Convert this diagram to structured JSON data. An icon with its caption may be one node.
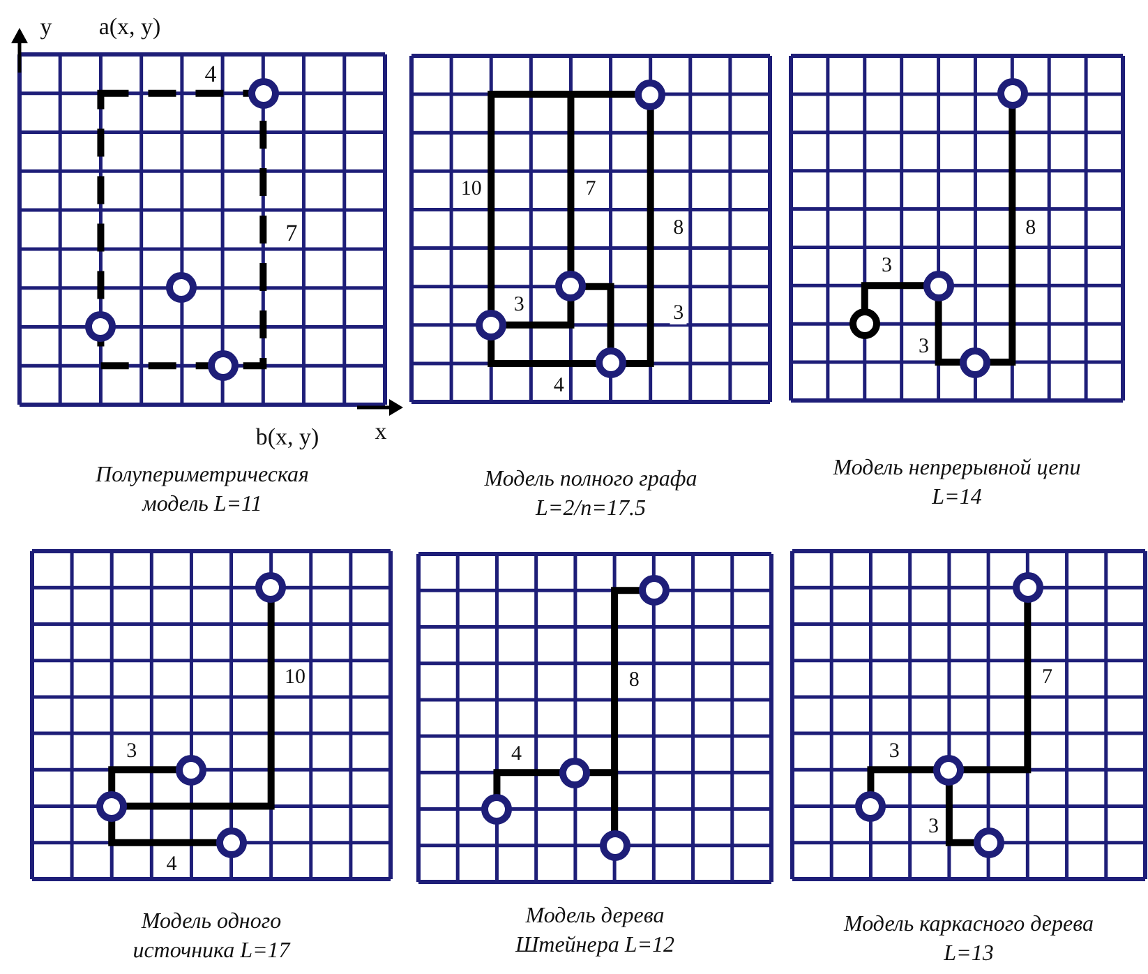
{
  "diagram": {
    "nodes": [
      {
        "text": [],
        "shape": "box",
        "beside": [
          "Полупериметрическая модель L=11"
        ]
      },
      {
        "text": [],
        "shape": "circle",
        "in": 0
      },
      {
        "text": [],
        "shape": "circle",
        "in": 0
      },
      {
        "text": [],
        "shape": "circle",
        "in": 0
      },
      {
        "text": [],
        "shape": "circle",
        "in": 0
      },
      {
        "text": [],
        "shape": "box",
        "beside": [
          "Модель полного графа L=2/n=17.5"
        ]
      },
      {
        "text": [],
        "shape": "circle",
        "in": 5
      },
      {
        "text": [],
        "shape": "circle",
        "in": 5
      },
      {
        "text": [],
        "shape": "circle",
        "in": 5
      },
      {
        "text": [],
        "shape": "circle",
        "in": 5
      },
      {
        "text": [],
        "shape": "box",
        "beside": [
          "Модель непрерывной цепи L=14"
        ]
      },
      {
        "text": [],
        "shape": "circle",
        "in": 10
      },
      {
        "text": [],
        "shape": "circle",
        "in": 10
      },
      {
        "text": [],
        "shape": "circle",
        "in": 10
      },
      {
        "text": [],
        "shape": "circle",
        "in": 10
      },
      {
        "text": [],
        "shape": "box",
        "beside": [
          "Модель одного источника L=17"
        ]
      },
      {
        "text": [],
        "shape": "circle",
        "in": 15
      },
      {
        "text": [],
        "shape": "circle",
        "in": 15
      },
      {
        "text": [],
        "shape": "circle",
        "in": 15
      },
      {
        "text": [],
        "shape": "circle",
        "in": 15
      },
      {
        "text": [],
        "shape": "box",
        "beside": [
          "Модель дерева Штейнера L=12"
        ]
      },
      {
        "text": [],
        "shape": "circle",
        "in": 20
      },
      {
        "text": [],
        "shape": "circle",
        "in": 20
      },
      {
        "text": [],
        "shape": "circle",
        "in": 20
      },
      {
        "text": [],
        "shape": "circle",
        "in": 20
      },
      {
        "text": [],
        "shape": "box",
        "beside": [
          "Модель каркасного дерева L=13"
        ]
      },
      {
        "text": [],
        "shape": "circle",
        "in": 25
      },
      {
        "text": [],
        "shape": "circle",
        "in": 25
      },
      {
        "text": [],
        "shape": "circle",
        "in": 25
      },
      {
        "text": [],
        "shape": "circle",
        "in": 25
      }
    ],
    "edges": [
      {
        "from": 8,
        "to": 6,
        "arrow": "none",
        "label": "10"
      },
      {
        "from": 7,
        "to": 6,
        "arrow": "none",
        "label": "7"
      },
      {
        "from": 9,
        "to": 6,
        "arrow": "none",
        "label": "8"
      },
      {
        "from": 8,
        "to": 7,
        "arrow": "none",
        "label": "3"
      },
      {
        "from": 7,
        "to": 9,
        "arrow": "none",
        "label": "3"
      },
      {
        "from": 8,
        "to": 9,
        "arrow": "none",
        "label": "4"
      },
      {
        "from": 13,
        "to": 12,
        "arrow": "none",
        "label": "3"
      },
      {
        "from": 12,
        "to": 14,
        "arrow": "none",
        "label": "3"
      },
      {
        "from": 14,
        "to": 11,
        "arrow": "none",
        "label": "8"
      },
      {
        "from": 18,
        "to": 16,
        "arrow": "none",
        "label": "10"
      },
      {
        "from": 18,
        "to": 17,
        "arrow": "none",
        "label": "3"
      },
      {
        "from": 18,
        "to": 19,
        "arrow": "none",
        "label": "4"
      },
      {
        "from": 23,
        "to": 22,
        "arrow": "none",
        "label": "4"
      },
      {
        "from": 21,
        "to": 24,
        "arrow": "none",
        "label": "8"
      },
      {
        "from": 22,
        "to": 24,
        "arrow": "none"
      },
      {
        "from": 28,
        "to": 27,
        "arrow": "none",
        "label": "3"
      },
      {
        "from": 27,
        "to": 26,
        "arrow": "none",
        "label": "7"
      },
      {
        "from": 27,
        "to": 29,
        "arrow": "none",
        "label": "3"
      }
    ],
    "labels": [
      "y",
      "a(x, y)",
      "4",
      "7",
      "x",
      "b(x, y)"
    ]
  }
}
